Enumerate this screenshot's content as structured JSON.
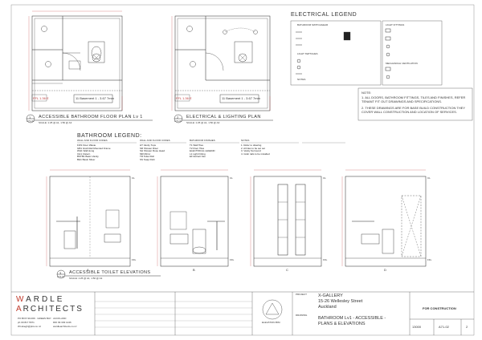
{
  "plans": {
    "floor": {
      "number": "1",
      "ref": "A71-02",
      "title": "ACCESSIBLE BATHROOM FLOOR PLAN Lv 1",
      "scale": "SCALE: 1:25 @ A1, 1:50 @ A3",
      "level": "11 Basement 1 - 3.67 7mm",
      "rl": "FFL 1.36 E"
    },
    "elec": {
      "number": "2",
      "ref": "A71-02",
      "title": "ELECTRICAL & LIGHTING PLAN",
      "scale": "SCALE: 1:25 @ A1, 1:50 @ A3",
      "level": "11 Basement 1 - 3.67 7mm",
      "rl": "FFL 1.36 E"
    },
    "elevations": {
      "number": "3",
      "ref": "A71-02",
      "title": "ACCESSIBLE TOILET ELEVATIONS",
      "scale": "SCALE: 1:25 @ A1, 1:50 @ A3"
    }
  },
  "electrical_legend": {
    "title": "ELECTRICAL LEGEND",
    "col1_head": "BATHROOM SWITCHGEAR",
    "col2_head": "LIGHT FITTINGS",
    "col1_sub": "LIGHT SWITCHES",
    "col2_sub": "MECHANICAL VENTILATION",
    "notes_head": "NOTES"
  },
  "general_notes": {
    "label": "NOTE:",
    "note1": "1. ALL DOORS, BATHROOM FITTINGS, TILES AND FINISHES, REFER TENANT FIT OUT DRAWINGS AND SPECIFICATIONS.",
    "note2": "2. THESE DRAWINGS ARE FOR BASE BUILD CONSTRUCTION THEY COVER WALL CONSTRUCTION AND LOCATION OF SERVICES."
  },
  "bathroom_legend": {
    "title": "BATHROOM LEGEND:",
    "col1_head": "WALL AND FLOOR CODES",
    "col2_head": "WALL AND FLOOR CODES",
    "col3_head": "BATHROOM FINISHES",
    "col4_head": "NOTES",
    "col1": [
      "FW1   Floor Waste",
      "GB1   Grab Rail Mounted Frame",
      "WH1   Wall Hung",
      "CH1   Cistern",
      "BSTB1  Basin Vanity",
      "BH1   Basin Mixer"
    ],
    "col2": [
      "HT    Vanity Tops",
      "SR    Shower Riser",
      "SH    Shower Rose Head",
      "MR    Mirror",
      "TR    Toilet Roll",
      "SS    Soap Dish"
    ],
    "col3": [
      "T1   Wall Tiles",
      "T2   Floor Tiles",
      "ELECTRICAL LEGEND",
      "L1   Light Fitting",
      "EF   Extract Fan"
    ],
    "col4": [
      "1. Refer to drawing",
      "2. All tiles to be set out",
      "3. Vanity Surround",
      "4. Grab rails to be installed"
    ]
  },
  "elevation_marks": [
    "A",
    "B",
    "C",
    "D"
  ],
  "levels": {
    "ceiling": "CL",
    "ffl": "FFL"
  },
  "title_block": {
    "logo_wardle": "WARDLE",
    "logo_architects": "ARCHITECTS",
    "address1": "PO BOX 90-009  ·  GREEN BAY  ·  AUCKLAND",
    "phone": "ph 09 817 5671",
    "fax": "DDI 09 303 1246",
    "email": "W.Hsiegh@ptra.co.nz",
    "web": "wardlearchitects.co.nz",
    "project_label": "PROJECT",
    "project": "X-GALLERY",
    "address": "15-26 Wellesley Street",
    "city": "Auckland",
    "drawing_label": "DRAWING",
    "drawing1": "BATHROOM Lv1 - ACCESSIBLE -",
    "drawing2": "PLANS & ELEVATIONS",
    "status": "FOR CONSTRUCTION",
    "job_no": "13000",
    "sheet": "A71-02",
    "revision": "2",
    "stamp_label": "ELEVATION BIM"
  },
  "colors": {
    "line": "#2a2a2a",
    "dim": "#c04040",
    "dash": "#555555",
    "logo_red": "#c0392b"
  }
}
